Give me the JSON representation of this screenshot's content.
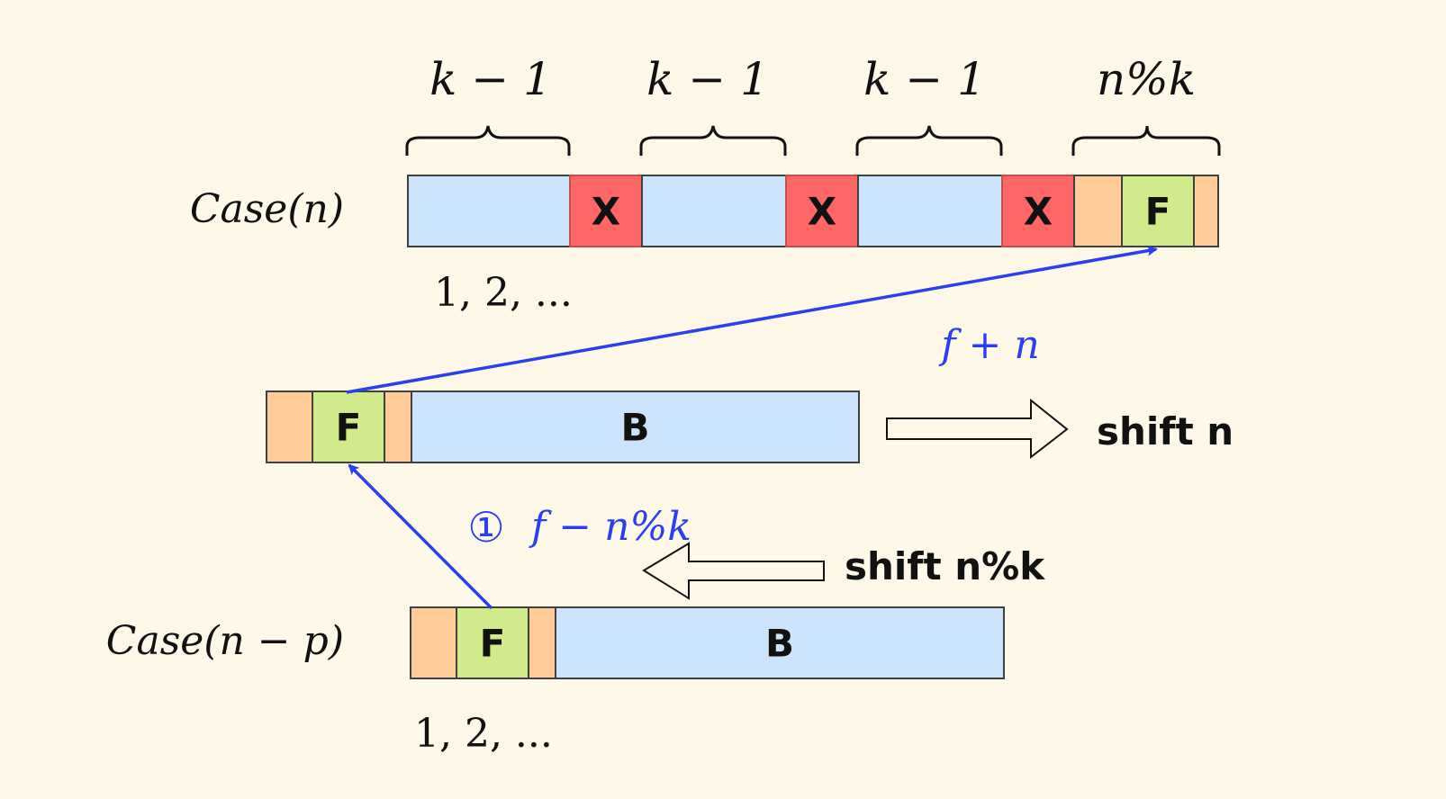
{
  "colors": {
    "background": "#fef8e8",
    "block_blue": "#cbe4fb",
    "block_red": "#ff6666",
    "block_orange": "#ffcc99",
    "block_green": "#d1ea8b",
    "border": "#404040",
    "arrow_blue": "#2b3ef0"
  },
  "row_labels": {
    "case_n": "Case(n)",
    "case_n_minus_p": "Case(n − p)"
  },
  "brace_labels": [
    "k − 1",
    "k − 1",
    "k − 1",
    "n%k"
  ],
  "case_n_cells": [
    {
      "type": "blue",
      "label": ""
    },
    {
      "type": "red",
      "label": "X"
    },
    {
      "type": "blue",
      "label": ""
    },
    {
      "type": "red",
      "label": "X"
    },
    {
      "type": "blue",
      "label": ""
    },
    {
      "type": "red",
      "label": "X"
    },
    {
      "type": "orange",
      "label": ""
    },
    {
      "type": "green",
      "label": "F"
    },
    {
      "type": "orange",
      "label": ""
    }
  ],
  "middle_cells": [
    {
      "type": "orange",
      "label": ""
    },
    {
      "type": "green",
      "label": "F"
    },
    {
      "type": "orange",
      "label": ""
    },
    {
      "type": "blue",
      "label": "B"
    }
  ],
  "case_np_cells": [
    {
      "type": "orange",
      "label": ""
    },
    {
      "type": "green",
      "label": "F"
    },
    {
      "type": "orange",
      "label": ""
    },
    {
      "type": "blue",
      "label": "B"
    }
  ],
  "index_labels": {
    "top": "1, 2, ...",
    "bottom": "1, 2, ..."
  },
  "annotations": {
    "f_plus_n": "f + n",
    "step_marker": "①",
    "f_minus_nk": "f − n%k"
  },
  "shift_labels": {
    "shift_n": "shift n",
    "shift_nk": "shift n%k"
  }
}
